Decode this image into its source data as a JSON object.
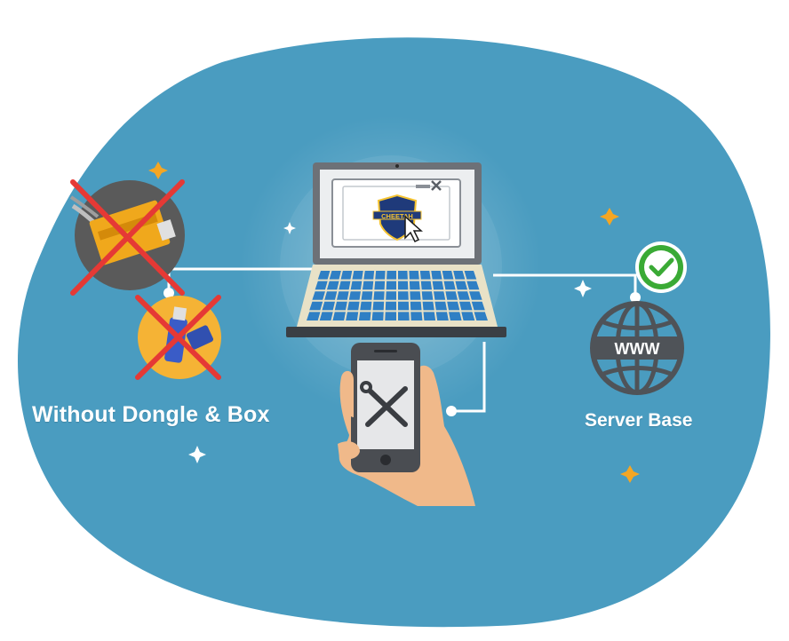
{
  "labels": {
    "left": "Without Dongle & Box",
    "right": "Server Base"
  },
  "screen_logo_text": "CHEETAH",
  "globe_text": "WWW",
  "icons": {
    "dongle_box": "dongle-box-icon",
    "usb_dongle": "usb-dongle-icon",
    "laptop": "laptop-icon",
    "smartphone": "smartphone-icon",
    "globe": "globe-icon",
    "check": "check-icon",
    "cross": "cross-icon",
    "tools": "wrench-screwdriver-icon"
  },
  "colors": {
    "blob": "#4a9cc0",
    "accent_orange": "#f5a623",
    "cross_red": "#e53935",
    "check_green": "#3aaa35",
    "label_white": "#ffffff"
  }
}
